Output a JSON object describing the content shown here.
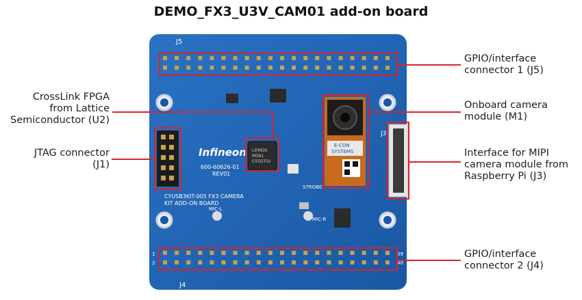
{
  "title": "DEMO_FX3_U3V_CAM01 add-on board",
  "callouts": {
    "j5": [
      "GPIO/interface",
      "connector 1 (J5)"
    ],
    "fpga": [
      "CrossLink FPGA",
      "from Lattice",
      "Semiconductor (U2)"
    ],
    "jtag": [
      "JTAG connector",
      "(J1)"
    ],
    "camera": [
      "Onboard camera",
      "module (M1)"
    ],
    "mipi": [
      "Interface for MIPI",
      "camera module from",
      "Raspberry Pi (J3)"
    ],
    "j4": [
      "GPIO/interface",
      "connector 2 (J4)"
    ]
  },
  "board": {
    "j5_label": "J5",
    "j4_label": "J4",
    "j3_label": "J3",
    "brand": "Infineon",
    "part_no": "600-60626-01",
    "rev": "REV01",
    "silk_1": "CYUSB3KIT-005 FX3 CAMERA",
    "silk_2": "KIT ADD-ON BOARD",
    "chip_1": "LIFMD6",
    "chip_2": "MD81",
    "chip_3": "C55DT02",
    "cam_brand_1": "E-CON",
    "cam_brand_2": "SYSTEMS",
    "mic_l": "MIC-L",
    "mic_r": "MIC-R",
    "strobe": "STROBE",
    "pin_1": "1",
    "pin_2": "2",
    "pin_39": "39",
    "pin_40": "40"
  },
  "colors": {
    "board_blue": "#1f63b3",
    "callout_red": "#d8232a",
    "pin_gold": "#c9a24a"
  }
}
